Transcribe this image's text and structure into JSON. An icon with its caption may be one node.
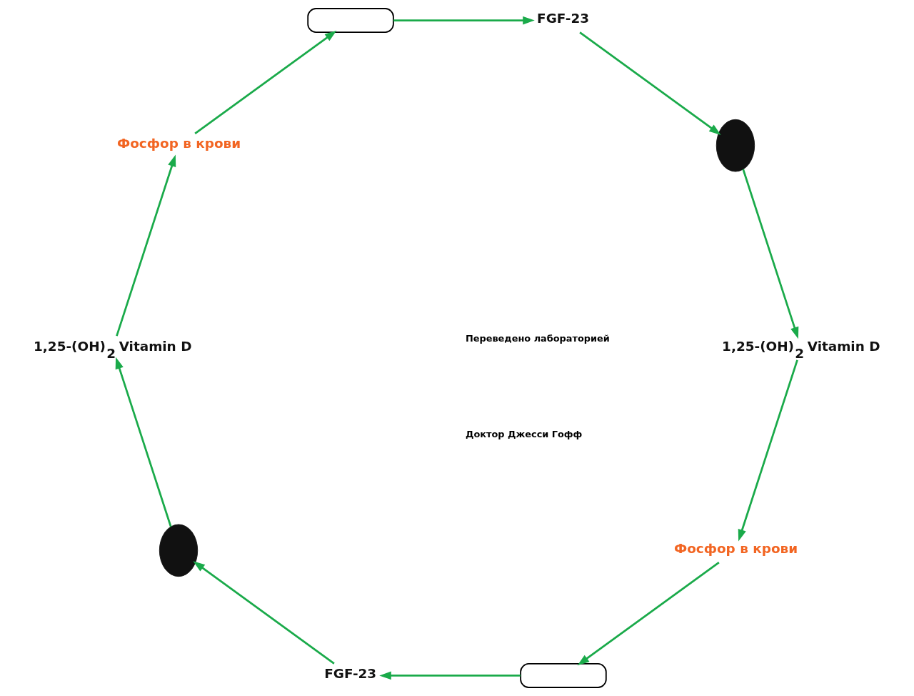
{
  "diagram": {
    "nodes": [
      {
        "text": [
          "Фосфор в крови"
        ]
      },
      {
        "text": [],
        "shape": "bone"
      },
      {
        "text": [
          "FGF-23"
        ]
      },
      {
        "text": [],
        "shape": "kidney"
      },
      {
        "text": [
          "1,25-(OH)$_{2}$ Vitamin D"
        ]
      },
      {
        "text": [
          "Фосфор в крови"
        ]
      },
      {
        "text": [],
        "shape": "bone"
      },
      {
        "text": [
          "FGF-23"
        ]
      },
      {
        "text": [],
        "shape": "kidney"
      },
      {
        "text": [
          "1,25-(OH)$_{2}$ Vitamin D"
        ]
      }
    ],
    "edges": [
      {
        "from": 0,
        "to": 1,
        "arrow": "to"
      },
      {
        "from": 1,
        "to": 2,
        "arrow": "to"
      },
      {
        "from": 2,
        "to": 3,
        "arrow": "to"
      },
      {
        "from": 3,
        "to": 4,
        "arrow": "to"
      },
      {
        "from": 4,
        "to": 5,
        "arrow": "to"
      },
      {
        "from": 5,
        "to": 6,
        "arrow": "to"
      },
      {
        "from": 6,
        "to": 7,
        "arrow": "to"
      },
      {
        "from": 7,
        "to": 8,
        "arrow": "to"
      },
      {
        "from": 8,
        "to": 9,
        "arrow": "to"
      },
      {
        "from": 9,
        "to": 0,
        "arrow": "to"
      }
    ],
    "labels": [
      "Доктор Джесси Гофф",
      "Переведено лабораторией"
    ]
  }
}
